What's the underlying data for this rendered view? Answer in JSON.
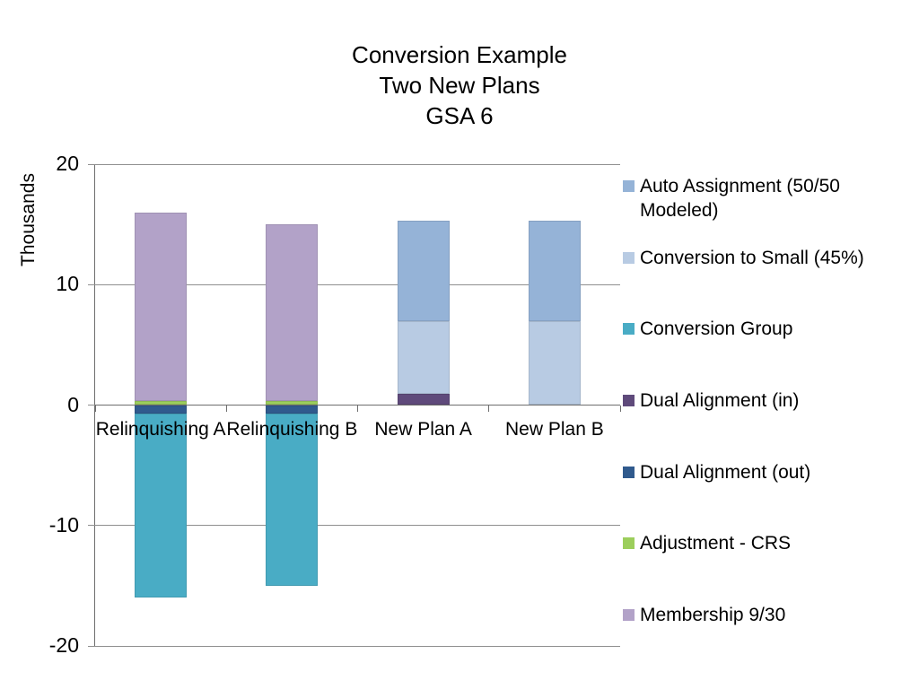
{
  "chart_data": {
    "type": "bar",
    "subtype": "stacked-column",
    "title_lines": [
      "Conversion Example",
      "Two New Plans",
      "GSA 6"
    ],
    "ylabel": "Thousands",
    "yticks": [
      20,
      10,
      0,
      -10,
      -20
    ],
    "ylim": [
      -20,
      20
    ],
    "grid": "horizontal-major",
    "legend_position": "right",
    "categories": [
      "Relinquishing A",
      "Relinquishing B",
      "New Plan A",
      "New Plan B"
    ],
    "series": [
      {
        "name": "Auto Assignment (50/50 Modeled)",
        "color": "#95B3D7",
        "values": [
          0,
          0,
          8.3,
          8.3
        ]
      },
      {
        "name": "Conversion to Small (45%)",
        "color": "#B8CBE3",
        "values": [
          0,
          0,
          6.1,
          7.0
        ]
      },
      {
        "name": "Conversion Group",
        "color": "#49ACC5",
        "values": [
          -15.3,
          -14.3,
          0,
          0
        ]
      },
      {
        "name": "Dual Alignment (in)",
        "color": "#5F4A7B",
        "values": [
          0,
          0,
          0.9,
          0
        ]
      },
      {
        "name": "Dual Alignment (out)",
        "color": "#305A8D",
        "values": [
          -0.7,
          -0.7,
          0,
          0
        ]
      },
      {
        "name": "Adjustment - CRS",
        "color": "#9CCE5C",
        "values": [
          0.3,
          0.3,
          0,
          0
        ]
      },
      {
        "name": "Membership 9/30",
        "color": "#B2A2C8",
        "values": [
          15.7,
          14.7,
          0,
          0
        ]
      }
    ],
    "plot_order": [
      "Dual Alignment (in)",
      "Conversion to Small (45%)",
      "Auto Assignment (50/50 Modeled)",
      "Adjustment - CRS",
      "Membership 9/30",
      "Dual Alignment (out)",
      "Conversion Group"
    ]
  },
  "colors": {
    "gridline": "#8f8f8f",
    "axis": "#6e6e6e",
    "text": "#000000"
  }
}
